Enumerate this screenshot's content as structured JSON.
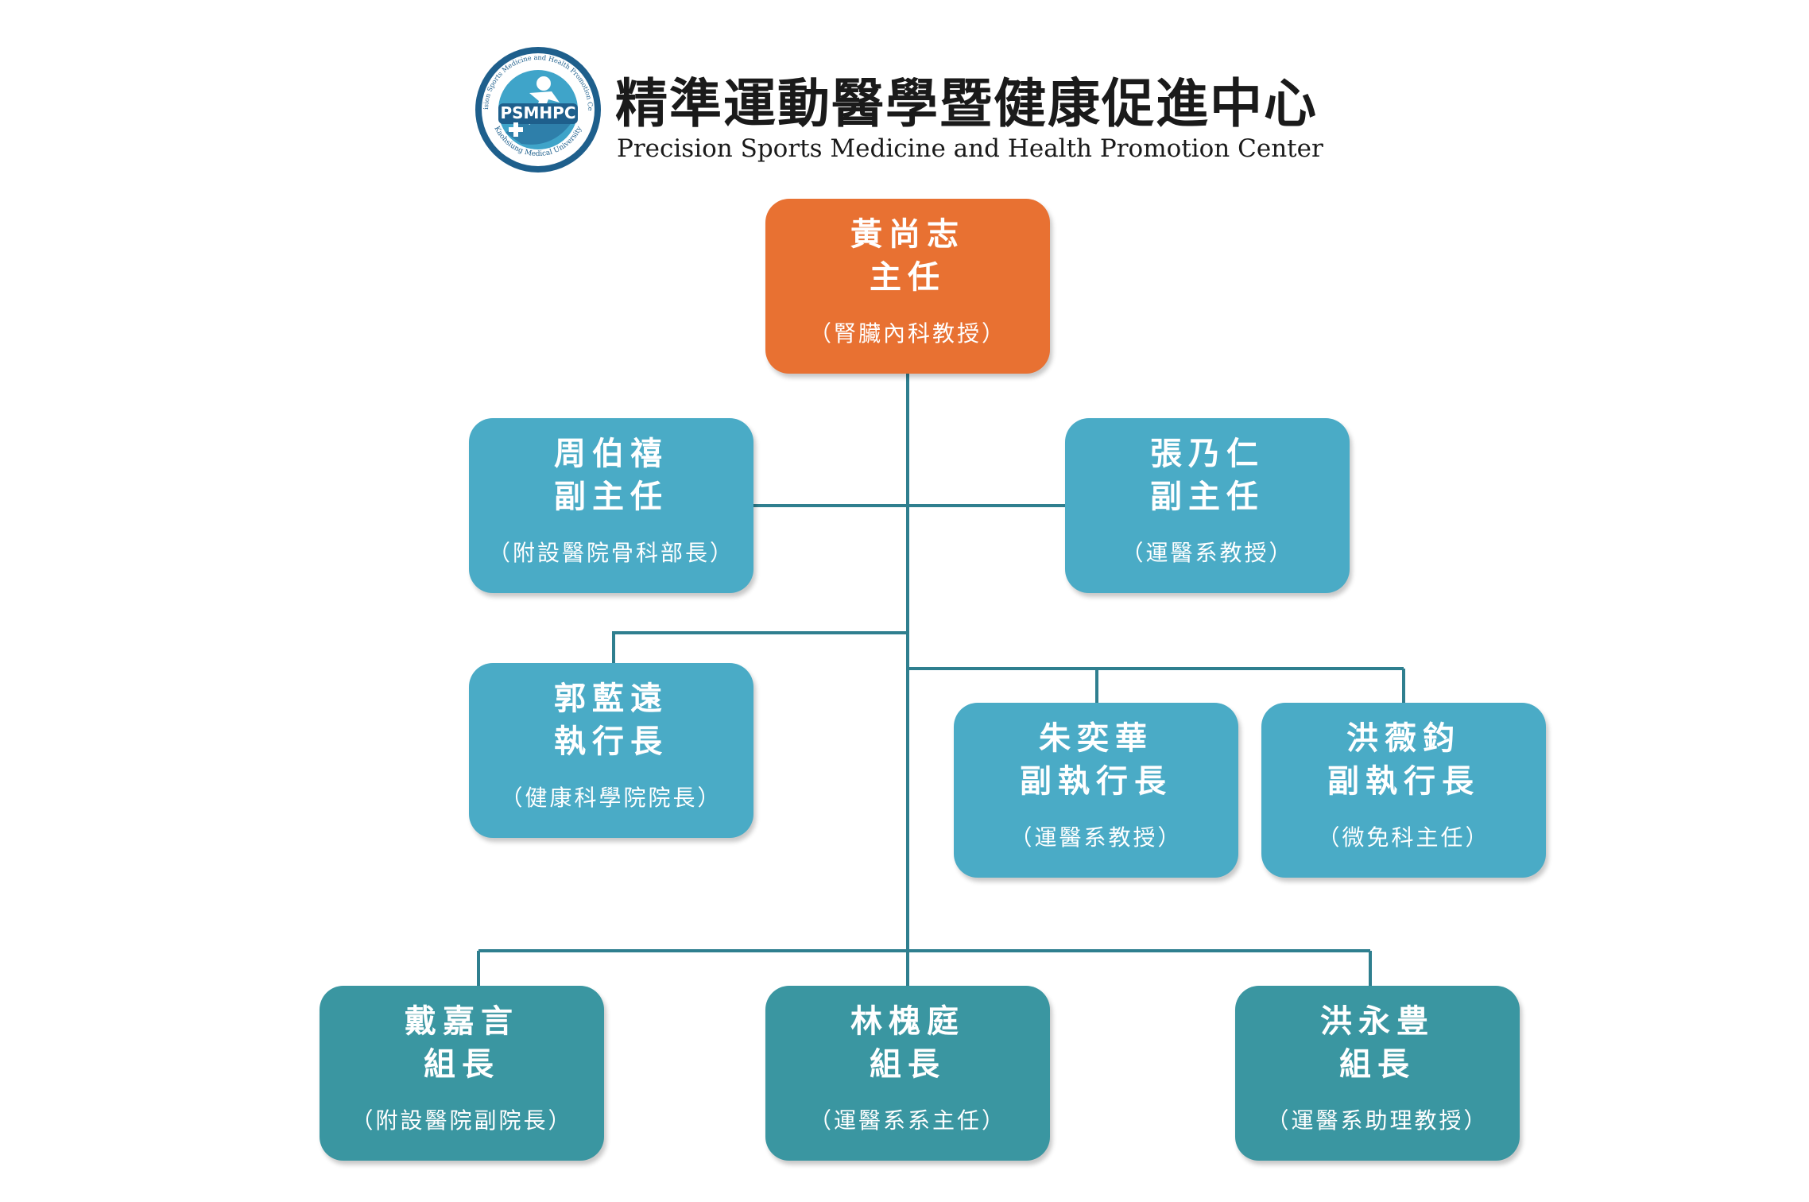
{
  "header": {
    "title_zh": "精準運動醫學暨健康促進中心",
    "title_en": "Precision Sports Medicine and Health Promotion Center",
    "logo": {
      "abbr": "PSMHPC",
      "ring_text": "Precision Sports Medicine and Health Promotion Center",
      "ring_text_bottom": "Kaohsiung Medical University"
    }
  },
  "colors": {
    "director": "#E87132",
    "deputy": "#4AABC6",
    "team": "#3A96A1",
    "line": "#2F7F8F"
  },
  "nodes": {
    "director": {
      "name": "黃尚志",
      "role": "主任",
      "note": "（腎臟內科教授）"
    },
    "deputy_left": {
      "name": "周伯禧",
      "role": "副主任",
      "note": "（附設醫院骨科部長）"
    },
    "deputy_right": {
      "name": "張乃仁",
      "role": "副主任",
      "note": "（運醫系教授）"
    },
    "executive": {
      "name": "郭藍遠",
      "role": "執行長",
      "note": "（健康科學院院長）"
    },
    "vice_exec_1": {
      "name": "朱奕華",
      "role": "副執行長",
      "note": "（運醫系教授）"
    },
    "vice_exec_2": {
      "name": "洪薇鈞",
      "role": "副執行長",
      "note": "（微免科主任）"
    },
    "team_1": {
      "name": "戴嘉言",
      "role": "組長",
      "note": "（附設醫院副院長）"
    },
    "team_2": {
      "name": "林槐庭",
      "role": "組長",
      "note": "（運醫系系主任）"
    },
    "team_3": {
      "name": "洪永豊",
      "role": "組長",
      "note": "（運醫系助理教授）"
    }
  }
}
